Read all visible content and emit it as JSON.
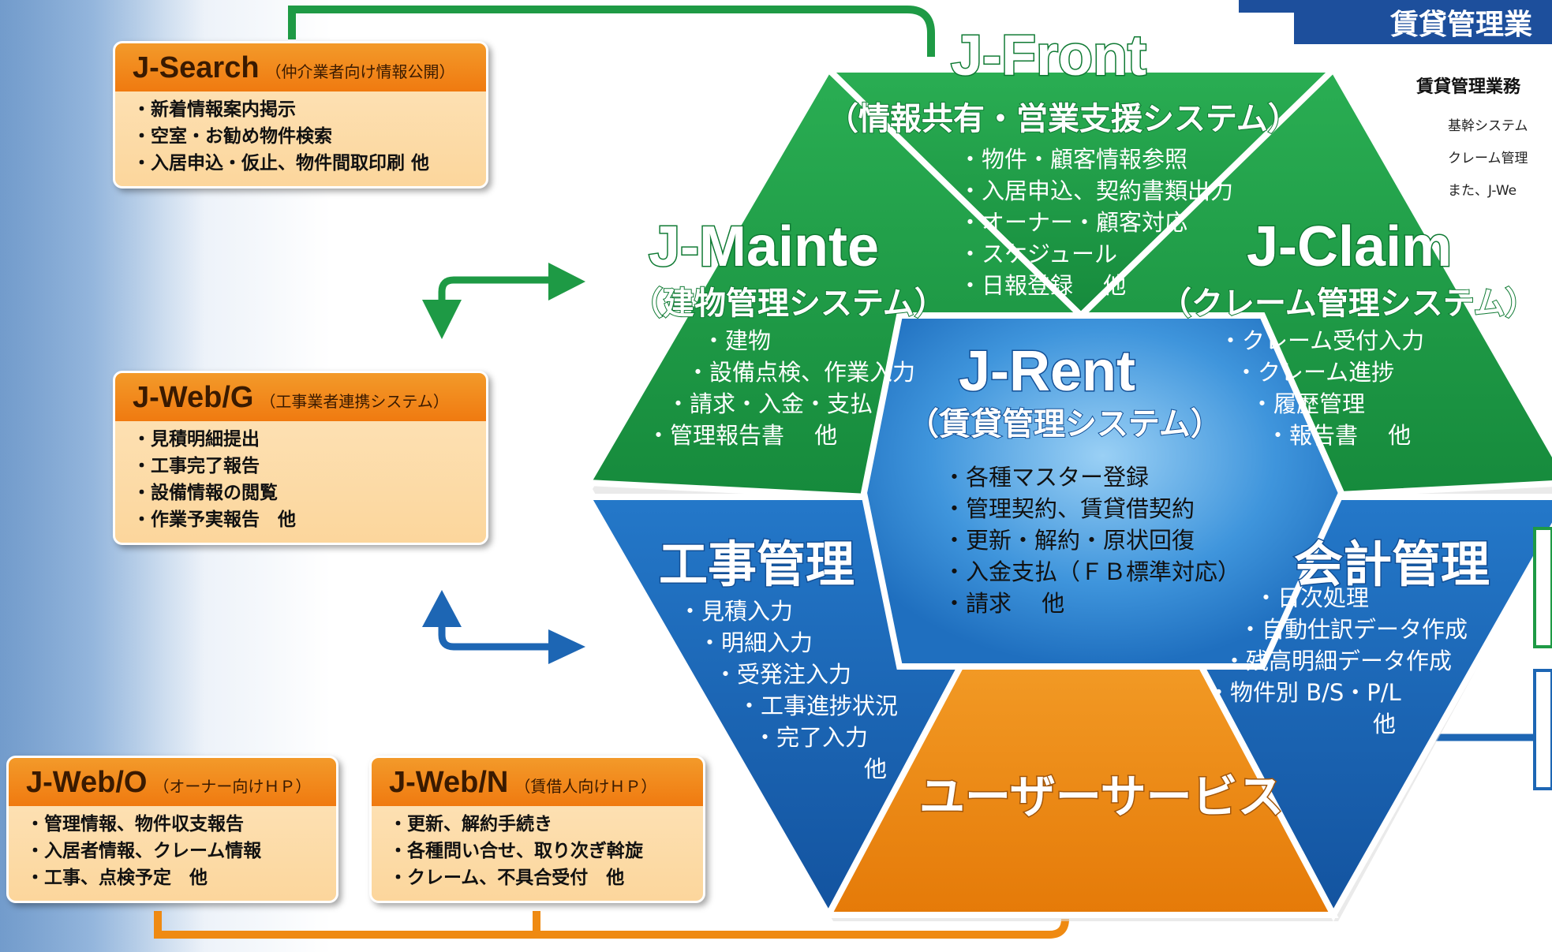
{
  "colors": {
    "green": "#1e9a45",
    "blue": "#1d66b4",
    "orange": "#ef8a12",
    "navy": "#1d4f9c"
  },
  "j_search": {
    "name": "J-Search",
    "sub": "（仲介業者向け情報公開）",
    "items": [
      "・新着情報案内掲示",
      "・空室・お勧め物件検索",
      "・入居申込・仮止、物件間取印刷 他"
    ]
  },
  "j_web_g": {
    "name": "J-Web/G",
    "sub": "（工事業者連携システム）",
    "items": [
      "・見積明細提出",
      "・工事完了報告",
      "・設備情報の閲覧",
      "・作業予実報告　他"
    ]
  },
  "j_web_o": {
    "name": "J-Web/O",
    "sub": "（オーナー向けＨＰ）",
    "items": [
      "・管理情報、物件収支報告",
      "・入居者情報、クレーム情報",
      "・工事、点検予定　他"
    ]
  },
  "j_web_n": {
    "name": "J-Web/N",
    "sub": "（賃借人向けＨＰ）",
    "items": [
      "・更新、解約手続き",
      "・各種問い合せ、取り次ぎ斡旋",
      "・クレーム、不具合受付　他"
    ]
  },
  "j_front": {
    "name": "J-Front",
    "sub": "（情報共有・営業支援システム）",
    "items": [
      "・物件・顧客情報参照",
      "・入居申込、契約書類出力",
      "・オーナー・顧客対応",
      "・スケジュール",
      "・日報登録　 他"
    ]
  },
  "j_mainte": {
    "name": "J-Mainte",
    "sub": "（建物管理システム）",
    "items": [
      "・建物",
      "・設備点検、作業入力",
      "・請求・入金・支払",
      "・管理報告書　 他"
    ]
  },
  "j_claim": {
    "name": "J-Claim",
    "sub": "（クレーム管理システム）",
    "items": [
      "・クレーム受付入力",
      "・クレーム進捗",
      "・履歴管理",
      "・報告書　 他"
    ]
  },
  "j_rent": {
    "name": "J-Rent",
    "sub": "（賃貸管理システム）",
    "items": [
      "・各種マスター登録",
      "・管理契約、賃貸借契約",
      "・更新・解約・原状回復",
      "・入金支払（ＦＢ標準対応）",
      "・請求　 他"
    ]
  },
  "kouji": {
    "name": "工事管理",
    "items": [
      "・見積入力",
      "・明細入力",
      "・受発注入力",
      "・工事進捗状況",
      "・完了入力",
      "他"
    ]
  },
  "kaikei": {
    "name": "会計管理",
    "items": [
      "・日次処理",
      "・自動仕訳データ作成",
      "・残高明細データ作成",
      "・物件別 B/S・P/L",
      "他"
    ]
  },
  "user_service": {
    "name": "ユーザーサービス"
  },
  "right_panel": {
    "header": "賃貸管理業",
    "subheading": "賃貸管理業務",
    "lines": [
      "基幹システム",
      "クレーム管理",
      "また、J-We"
    ]
  }
}
